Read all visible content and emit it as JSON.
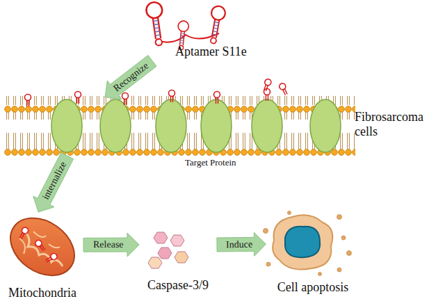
{
  "diagram": {
    "nodes": [
      {
        "text": [
          "Aptamer S11e"
        ]
      },
      {
        "text": [
          "Fibrosarcoma cells"
        ]
      },
      {
        "text": [
          "Mitochondria"
        ]
      },
      {
        "text": [
          "Caspase-3/9"
        ]
      },
      {
        "text": [
          "Cell apoptosis"
        ]
      }
    ],
    "edges": [
      {
        "from": 0,
        "to": 1,
        "label": "Recognize",
        "arrow": "to"
      },
      {
        "from": 1,
        "to": 2,
        "label": "internalize",
        "arrow": "to"
      },
      {
        "from": 2,
        "to": 3,
        "label": "Release",
        "arrow": "to"
      },
      {
        "from": 3,
        "to": 4,
        "label": "Induce",
        "arrow": "to"
      }
    ],
    "labels": [
      "Target Protein"
    ]
  }
}
